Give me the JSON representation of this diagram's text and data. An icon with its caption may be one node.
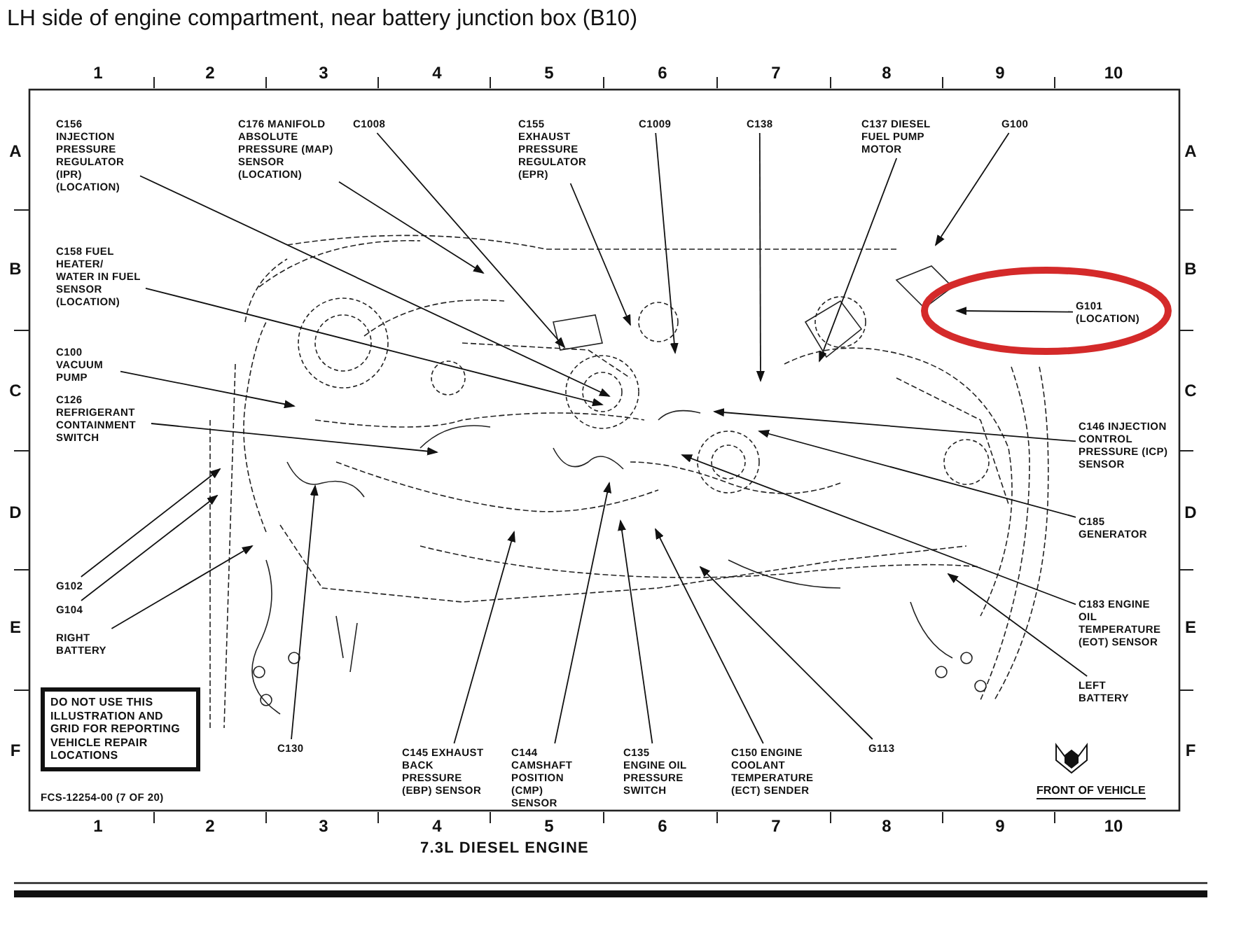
{
  "diagram": {
    "title": "LH side of engine compartment, near battery junction box (B10)",
    "nodes": [
      {
        "text": [
          "C156 INJECTION PRESSURE REGULATOR (IPR) (LOCATION)"
        ]
      },
      {
        "text": [
          "C176 MANIFOLD ABSOLUTE PRESSURE (MAP) SENSOR (LOCATION)"
        ]
      },
      {
        "text": [
          "C1008"
        ]
      },
      {
        "text": [
          "C155 EXHAUST PRESSURE REGULATOR (EPR)"
        ]
      },
      {
        "text": [
          "C1009"
        ]
      },
      {
        "text": [
          "C138"
        ]
      },
      {
        "text": [
          "C137 DIESEL FUEL PUMP MOTOR"
        ]
      },
      {
        "text": [
          "G100"
        ]
      },
      {
        "text": [],
        "shape": "ellipse"
      },
      {
        "text": [
          "G101 (LOCATION)"
        ],
        "in": 8
      },
      {
        "text": [
          "C158 FUEL HEATER/ WATER IN FUEL SENSOR (LOCATION)"
        ]
      },
      {
        "text": [
          "C100 VACUUM PUMP"
        ]
      },
      {
        "text": [
          "C126 REFRIGERANT CONTAINMENT SWITCH"
        ]
      },
      {
        "text": [
          "C146 INJECTION CONTROL PRESSURE (ICP) SENSOR"
        ]
      },
      {
        "text": [
          "C185 GENERATOR"
        ]
      },
      {
        "text": [
          "C183 ENGINE OIL TEMPERATURE (EOT) SENSOR"
        ]
      },
      {
        "text": [
          "G102"
        ]
      },
      {
        "text": [
          "G104"
        ]
      },
      {
        "text": [
          "RIGHT BATTERY"
        ]
      },
      {
        "text": [
          "LEFT BATTERY"
        ]
      },
      {
        "text": [
          "DO NOT USE THIS ILLUSTRATION AND GRID FOR REPORTING VEHICLE REPAIR LOCATIONS"
        ]
      },
      {
        "text": [
          "C130"
        ]
      },
      {
        "text": [
          "C145 EXHAUST BACK PRESSURE (EBP) SENSOR"
        ]
      },
      {
        "text": [
          "C144 CAMSHAFT POSITION (CMP) SENSOR"
        ]
      },
      {
        "text": [
          "C135 ENGINE OIL PRESSURE SWITCH"
        ]
      },
      {
        "text": [
          "C150 ENGINE COOLANT TEMPERATURE (ECT) SENDER"
        ]
      },
      {
        "text": [
          "G113"
        ]
      }
    ],
    "edges": [
      {
        "from": 0,
        "to": null,
        "arrow": "to"
      },
      {
        "from": 1,
        "to": null,
        "arrow": "to"
      },
      {
        "from": 2,
        "to": null,
        "arrow": "to"
      },
      {
        "from": 3,
        "to": null,
        "arrow": "to"
      },
      {
        "from": 4,
        "to": null,
        "arrow": "to"
      },
      {
        "from": 5,
        "to": null,
        "arrow": "to"
      },
      {
        "from": 6,
        "to": null,
        "arrow": "to"
      },
      {
        "from": 7,
        "to": null,
        "arrow": "to"
      },
      {
        "from": 9,
        "to": null,
        "arrow": "to"
      },
      {
        "from": 10,
        "to": null,
        "arrow": "to"
      },
      {
        "from": 11,
        "to": null,
        "arrow": "to"
      },
      {
        "from": 12,
        "to": null,
        "arrow": "to"
      },
      {
        "from": 13,
        "to": null,
        "arrow": "to"
      },
      {
        "from": 14,
        "to": null,
        "arrow": "to"
      },
      {
        "from": 15,
        "to": null,
        "arrow": "to"
      },
      {
        "from": 16,
        "to": null,
        "arrow": "to"
      },
      {
        "from": 17,
        "to": null,
        "arrow": "to"
      },
      {
        "from": 18,
        "to": null,
        "arrow": "to"
      },
      {
        "from": 19,
        "to": null,
        "arrow": "to"
      },
      {
        "from": 21,
        "to": null,
        "arrow": "to"
      },
      {
        "from": 22,
        "to": null,
        "arrow": "to"
      },
      {
        "from": 23,
        "to": null,
        "arrow": "to"
      },
      {
        "from": 24,
        "to": null,
        "arrow": "to"
      },
      {
        "from": 25,
        "to": null,
        "arrow": "to"
      },
      {
        "from": 26,
        "to": null,
        "arrow": "to"
      }
    ],
    "labels": [
      "1",
      "2",
      "3",
      "4",
      "5",
      "6",
      "7",
      "8",
      "9",
      "10",
      "A",
      "A",
      "B",
      "B",
      "C",
      "C",
      "D",
      "D",
      "E",
      "E",
      "F",
      "F",
      "FCS-12254-00 (7 OF 20)",
      "FRONT OF VEHICLE",
      "1",
      "2",
      "3",
      "4",
      "5",
      "6",
      "7",
      "8",
      "9",
      "10",
      "7.3L DIESEL ENGINE"
    ]
  }
}
